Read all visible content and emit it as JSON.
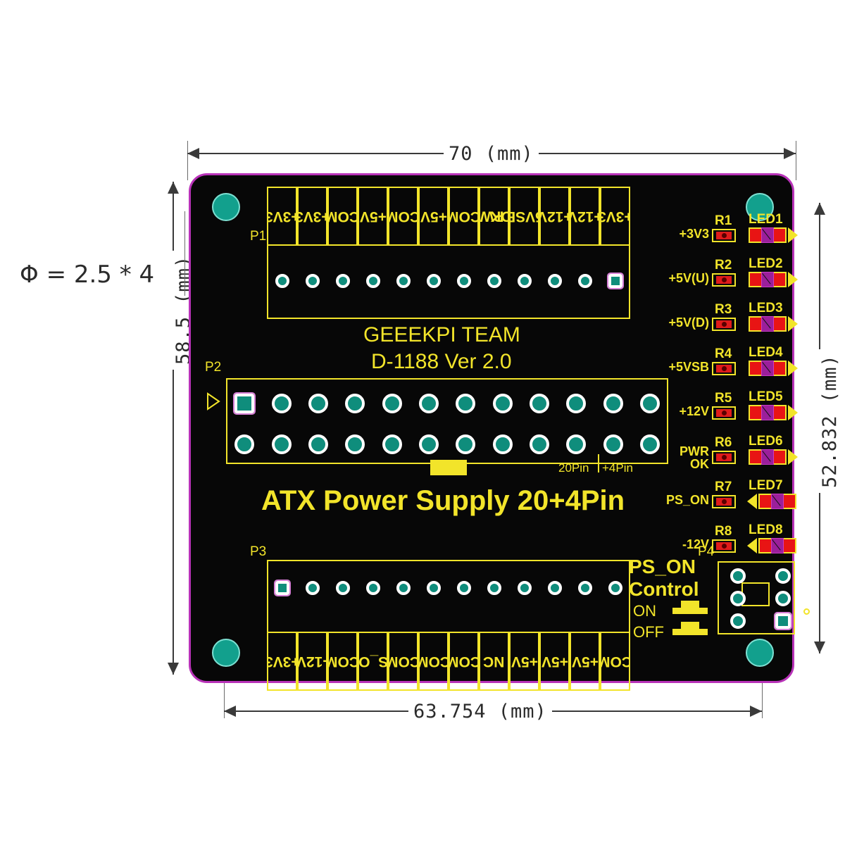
{
  "dimensions": {
    "top": "70 (mm)",
    "bottom": "63.754 (mm)",
    "left": "58.5 (mm)",
    "right": "52.832 (mm)",
    "hole_callout": "Φ = 2.5 * 4"
  },
  "board": {
    "brand": "GEEEKPI TEAM",
    "model": "D-1188 Ver 2.0",
    "main_label": "ATX Power Supply 20+4Pin"
  },
  "p1": {
    "tag": "P1",
    "labels": [
      "+3V3",
      "+3V3",
      "COM",
      "+5V",
      "COM",
      "+5V",
      "COM",
      "PWR\nOK",
      "5VSB",
      "+12V",
      "+12V",
      "+3V3"
    ],
    "pin_count": 12,
    "square_pin_index": 11
  },
  "p2": {
    "tag": "P2",
    "rows": 2,
    "cols": 12,
    "square_pin": "row0-col0",
    "segment_left": "20Pin",
    "segment_right": "+4Pin"
  },
  "p3": {
    "tag": "P3",
    "labels": [
      "+3V3",
      "-12V",
      "COM",
      "PS_ON",
      "COM",
      "COM",
      "COM",
      "NC",
      "+5V",
      "+5V",
      "+5V",
      "COM"
    ],
    "pin_count": 12,
    "square_pin_index": 0
  },
  "p4": {
    "tag": "P4",
    "title_line1": "PS_ON",
    "title_line2": "Control",
    "state_on": "ON",
    "state_off": "OFF"
  },
  "indicators": [
    {
      "net": "+3V3",
      "res": "R1",
      "led": "LED1",
      "reversed": false
    },
    {
      "net": "+5V(U)",
      "res": "R2",
      "led": "LED2",
      "reversed": false
    },
    {
      "net": "+5V(D)",
      "res": "R3",
      "led": "LED3",
      "reversed": false
    },
    {
      "net": "+5VSB",
      "res": "R4",
      "led": "LED4",
      "reversed": false
    },
    {
      "net": "+12V",
      "res": "R5",
      "led": "LED5",
      "reversed": false
    },
    {
      "net": "PWR\nOK",
      "res": "R6",
      "led": "LED6",
      "reversed": false
    },
    {
      "net": "PS_ON",
      "res": "R7",
      "led": "LED7",
      "reversed": true
    },
    {
      "net": "-12V",
      "res": "R8",
      "led": "LED8",
      "reversed": true
    }
  ],
  "colors": {
    "silk": "#f2e42a",
    "board": "#070707",
    "edge": "#b832b8",
    "pad": "#0f8d7c",
    "led_red": "#e81414",
    "dimension": "#2b2b2b"
  }
}
